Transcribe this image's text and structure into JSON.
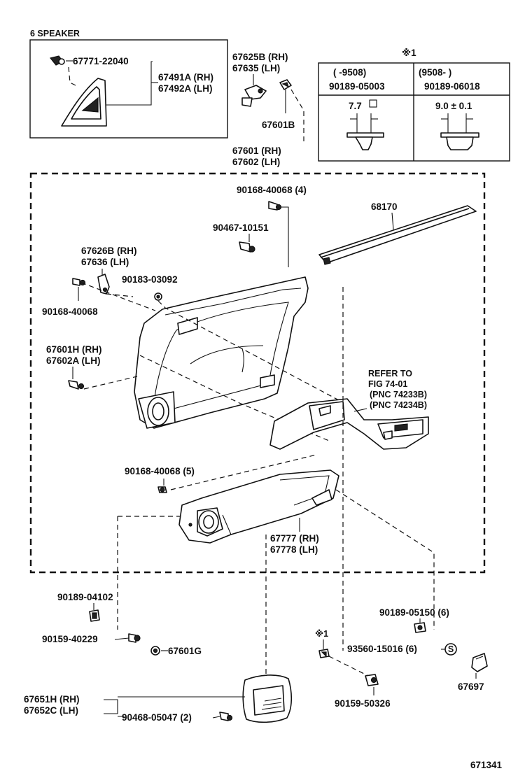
{
  "inset_speaker": {
    "title": "6 SPEAKER",
    "part_no": "67771-22040",
    "trim_rh": "67491A (RH)",
    "trim_lh": "67492A (LH)"
  },
  "hinge_rh": "67625B (RH)",
  "hinge_lh": "67635 (LH)",
  "clip_67601b": "67601B",
  "table": {
    "title": "※1",
    "col1_range": "(      -9508)",
    "col2_range": "(9508-          )",
    "col1_part": "90189-05003",
    "col2_part": "90189-06018",
    "col1_dim": "7.7",
    "col2_dim": "9.0 ± 0.1"
  },
  "board_rh": "67601 (RH)",
  "board_lh": "67602 (LH)",
  "clip_top": "90168-40068 (4)",
  "weatherstrip": "68170",
  "screw_90467": "90467-10151",
  "hinge2_rh": "67626B (RH)",
  "hinge2_lh": "67636    (LH)",
  "clip_90183": "90183-03092",
  "clip_left": "90168-40068",
  "panel_rh": "67601H (RH)",
  "panel_lh": "67602A (LH)",
  "refer": {
    "line1": "REFER  TO",
    "line2": "FIG 74-01",
    "line3": "(PNC  74233B)",
    "line4": "(PNC  74234B)"
  },
  "clip_lower": "90168-40068 (5)",
  "lower_rh": "67777 (RH)",
  "lower_lh": "67778 (LH)",
  "screw_04102": "90189-04102",
  "screw_05150": "90189-05150 (6)",
  "screw_40229": "90159-40229",
  "clip_67601g": "67601G",
  "note_1": "※1",
  "clip_15016": "93560-15016 (6)",
  "circle_s": "S",
  "grille_rh": "67651H (RH)",
  "grille_lh": "67652C (LH)",
  "screw_05047": "90468-05047 (2)",
  "screw_50326": "90159-50326",
  "cap_67697": "67697",
  "figure_no": "671341"
}
